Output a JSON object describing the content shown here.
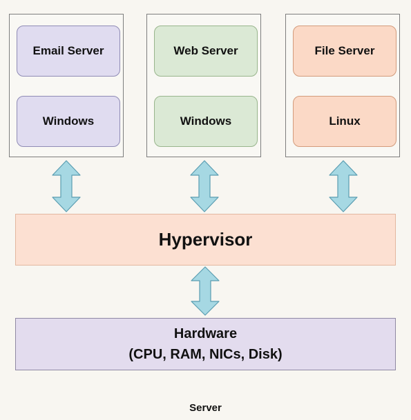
{
  "colors": {
    "background": "#f8f6f1",
    "vm_box_border": "#7d7d7d",
    "purple_fill": "#e0dcf0",
    "purple_border": "#8f8bb5",
    "green_fill": "#dbe9d5",
    "green_border": "#98b58c",
    "orange_fill": "#fbd9c6",
    "orange_border": "#d39b7b",
    "hypervisor_fill": "#fce0d2",
    "hypervisor_border": "#e3b79f",
    "hardware_fill": "#e3dcee",
    "hardware_border": "#8f88a3",
    "arrow_fill": "#a6d8e3",
    "arrow_stroke": "#5a9db1"
  },
  "vms": [
    {
      "app": "Email Server",
      "os": "Windows"
    },
    {
      "app": "Web Server",
      "os": "Windows"
    },
    {
      "app": "File Server",
      "os": "Linux"
    }
  ],
  "hypervisor": {
    "label": "Hypervisor"
  },
  "hardware": {
    "title": "Hardware",
    "detail": "(CPU, RAM, NICs, Disk)"
  },
  "caption": "Server"
}
